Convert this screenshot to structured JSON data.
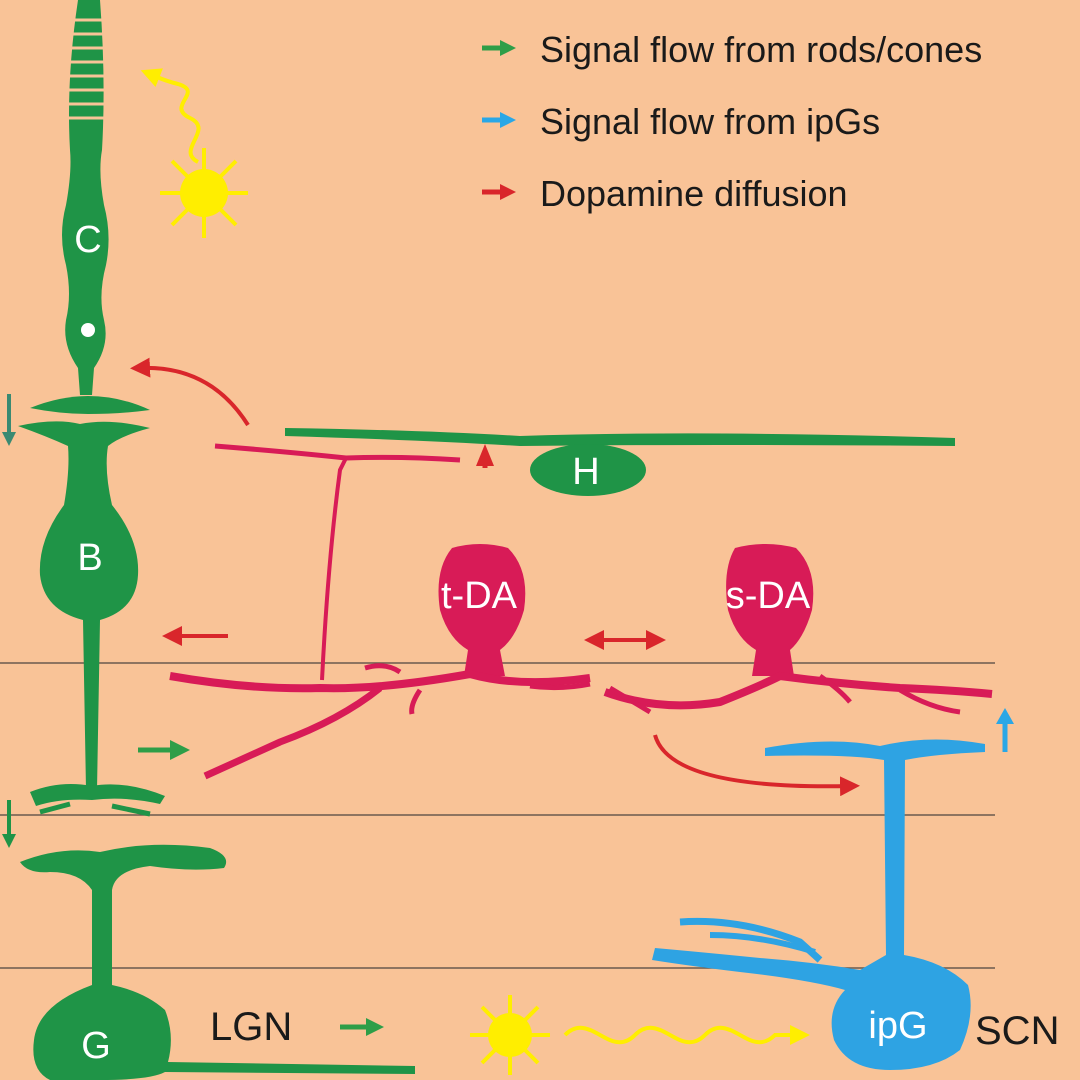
{
  "legend": [
    {
      "label": "Signal flow from rods/cones",
      "color": "#2e9e48",
      "icon": "green-arrow-icon"
    },
    {
      "label": "Signal flow from ipGs",
      "color": "#2aa7e6",
      "icon": "blue-arrow-icon"
    },
    {
      "label": "Dopamine diffusion",
      "color": "#d9262b",
      "icon": "red-arrow-icon"
    }
  ],
  "cells": {
    "cone": "C",
    "horizontal": "H",
    "bipolar": "B",
    "t_da": "t-DA",
    "s_da": "s-DA",
    "ganglion": "G",
    "ipg": "ipG"
  },
  "targets": {
    "lgn": "LGN",
    "scn": "SCN"
  },
  "colors": {
    "background": "#f9c397",
    "green": "#1f9447",
    "red": "#d81b57",
    "blue": "#2ea3e3",
    "arrow_red": "#d9262b",
    "sun": "#ffee00",
    "line": "#6b5b4e"
  }
}
